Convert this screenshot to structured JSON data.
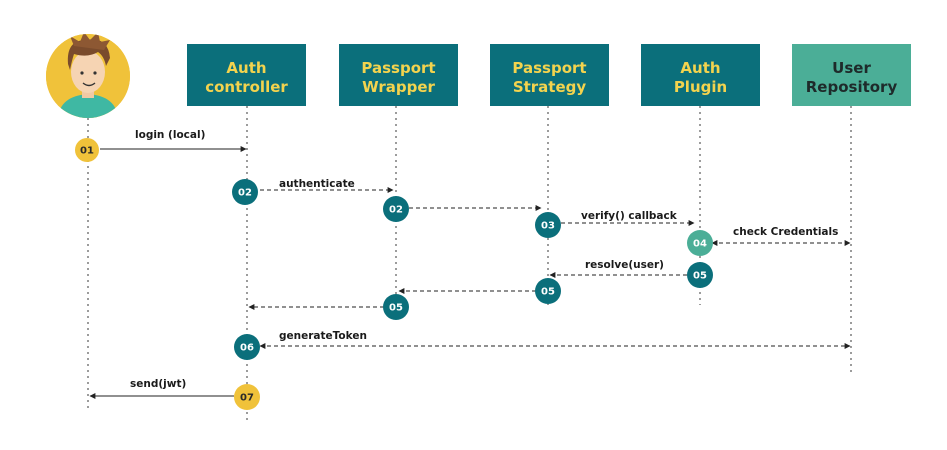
{
  "colors": {
    "teal_dark": "#0b6f7b",
    "teal_light": "#4bae97",
    "yellow": "#f0c23a",
    "box_text": "#f3d34e",
    "box_text_dark": "#1e2a2a",
    "step_text_light": "#ffffff",
    "step_text_dark": "#2a2a2a",
    "line": "#333333"
  },
  "actor": {
    "icon": "user-avatar-icon"
  },
  "participants": [
    {
      "id": "auth-controller",
      "line1": "Auth",
      "line2": "controller",
      "style": "dark"
    },
    {
      "id": "passport-wrapper",
      "line1": "Passport",
      "line2": "Wrapper",
      "style": "dark"
    },
    {
      "id": "passport-strategy",
      "line1": "Passport",
      "line2": "Strategy",
      "style": "dark"
    },
    {
      "id": "auth-plugin",
      "line1": "Auth",
      "line2": "Plugin",
      "style": "dark"
    },
    {
      "id": "user-repository",
      "line1": "User",
      "line2": "Repository",
      "style": "light"
    }
  ],
  "messages": [
    {
      "label": "login (local)"
    },
    {
      "label": "authenticate"
    },
    {
      "label": ""
    },
    {
      "label": "verify() callback"
    },
    {
      "label": "check Credentials"
    },
    {
      "label": "resolve(user)"
    },
    {
      "label": ""
    },
    {
      "label": ""
    },
    {
      "label": "generateToken"
    },
    {
      "label": "send(jwt)"
    }
  ],
  "steps": [
    {
      "num": "01",
      "style": "yellow"
    },
    {
      "num": "02",
      "style": "dark"
    },
    {
      "num": "02",
      "style": "dark"
    },
    {
      "num": "03",
      "style": "dark"
    },
    {
      "num": "04",
      "style": "light"
    },
    {
      "num": "05",
      "style": "dark"
    },
    {
      "num": "05",
      "style": "dark"
    },
    {
      "num": "05",
      "style": "dark"
    },
    {
      "num": "06",
      "style": "dark"
    },
    {
      "num": "07",
      "style": "yellow"
    }
  ]
}
